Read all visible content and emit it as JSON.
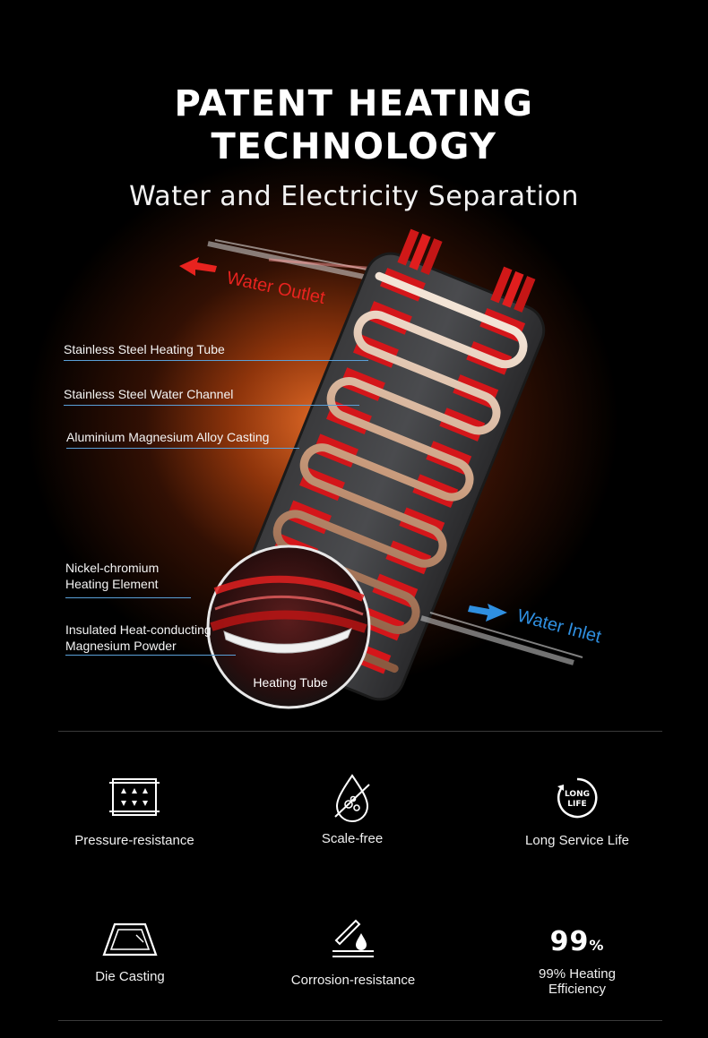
{
  "hero": {
    "title_line1": "PATENT HEATING",
    "title_line2": "TECHNOLOGY",
    "subtitle": "Water and Electricity Separation",
    "water_outlet": "Water Outlet",
    "water_inlet": "Water Inlet",
    "callouts": [
      "Stainless Steel Heating Tube",
      "Stainless Steel Water Channel",
      "Aluminium Magnesium Alloy Casting"
    ],
    "callout_nickel_line1": "Nickel-chromium",
    "callout_nickel_line2": "Heating Element",
    "callout_powder_line1": "Insulated Heat-conducting",
    "callout_powder_line2": "Magnesium Powder",
    "heating_tube_label": "Heating Tube"
  },
  "features": [
    {
      "icon": "pressure-icon",
      "label": "Pressure-resistance"
    },
    {
      "icon": "scale-free-icon",
      "label": "Scale-free"
    },
    {
      "icon": "long-life-icon",
      "label": "Long Service Life",
      "badge_line1": "LONG",
      "badge_line2": "LIFE"
    },
    {
      "icon": "die-casting-icon",
      "label": "Die Casting"
    },
    {
      "icon": "corrosion-icon",
      "label": "Corrosion-resistance"
    },
    {
      "icon": "efficiency-icon",
      "label_line1": "99% Heating",
      "label_line2": "Efficiency",
      "big_number": "99",
      "big_unit": "%"
    }
  ],
  "colors": {
    "glow": "#e0641e",
    "fins": "#d4161a",
    "tube": "#d9b89e",
    "outlet_arrow": "#e8231f",
    "inlet_arrow": "#2f8fe0",
    "callout_line": "#5aa0d8"
  }
}
